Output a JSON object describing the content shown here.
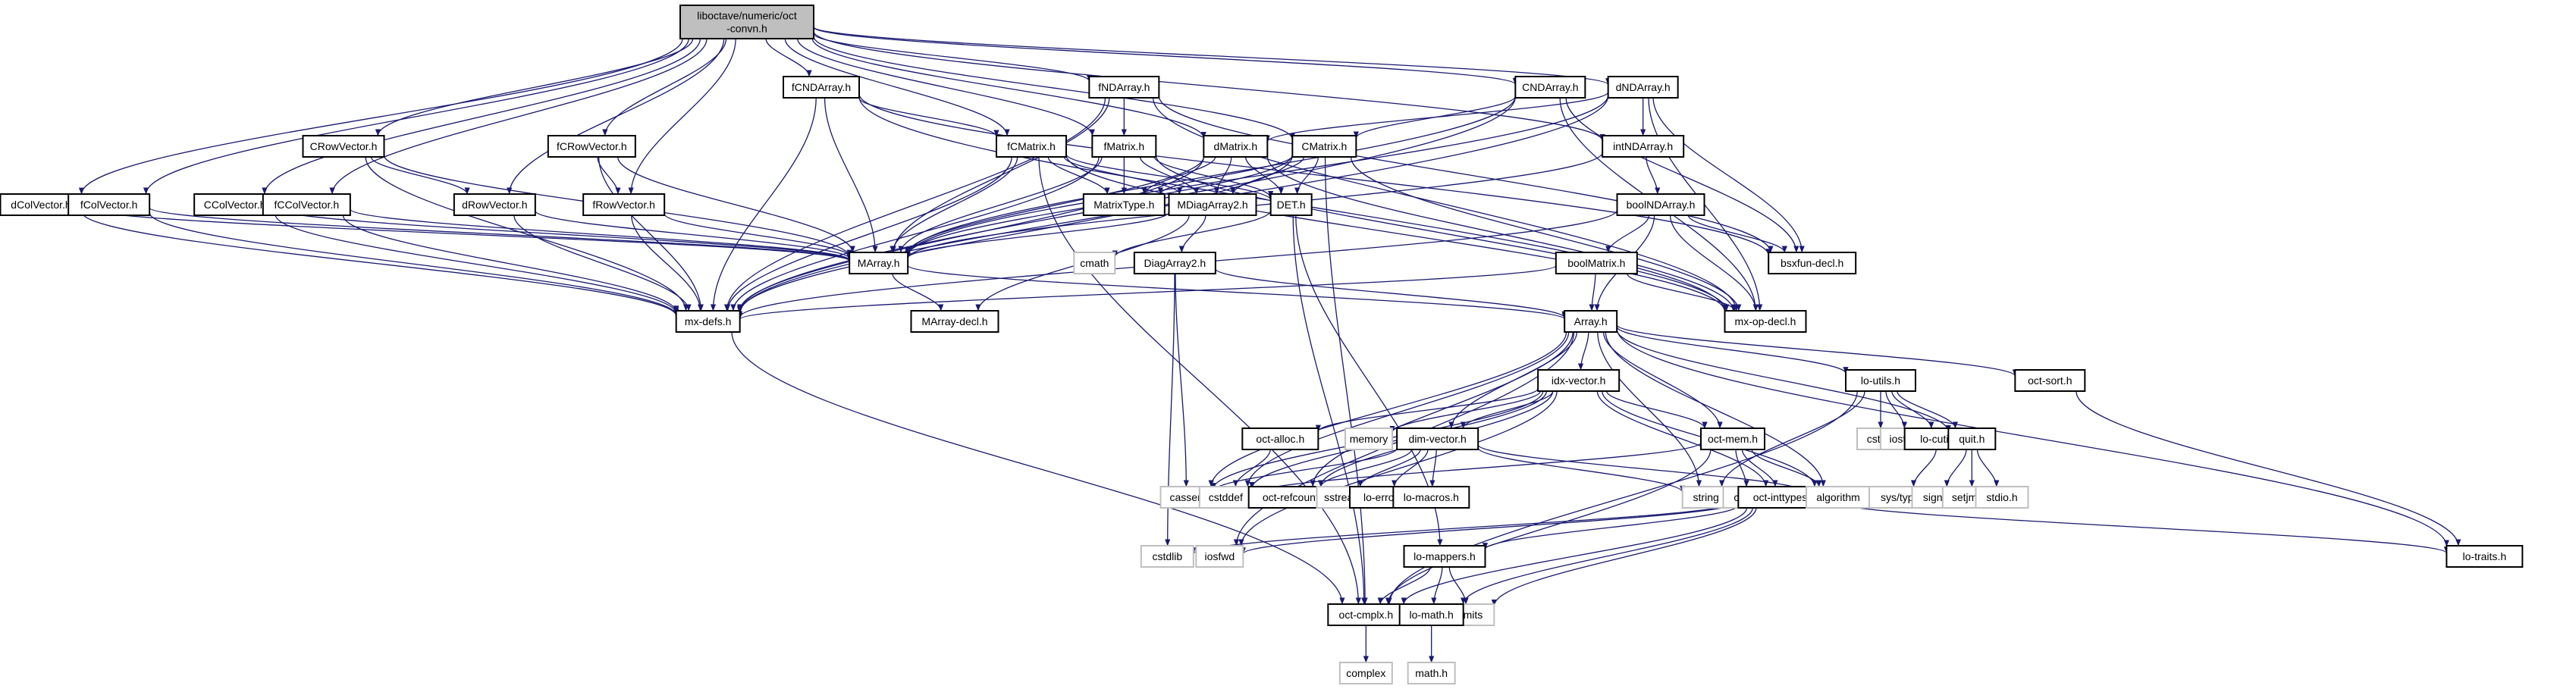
{
  "title": "liboctave/numeric/oct-convn.h",
  "colors": {
    "edge": "#191970",
    "root_fill": "#bfbfbf",
    "local_border": "#000000",
    "system_border": "#bfbfbf"
  },
  "nodes": [
    {
      "id": "root",
      "label": "liboctave/numeric/oct\n-convn.h",
      "kind": "root"
    },
    {
      "id": "fCNDArray",
      "label": "fCNDArray.h",
      "kind": "local"
    },
    {
      "id": "fNDArray",
      "label": "fNDArray.h",
      "kind": "local"
    },
    {
      "id": "CNDArray",
      "label": "CNDArray.h",
      "kind": "local"
    },
    {
      "id": "dNDArray",
      "label": "dNDArray.h",
      "kind": "local"
    },
    {
      "id": "CRowVector",
      "label": "CRowVector.h",
      "kind": "local"
    },
    {
      "id": "fCRowVector",
      "label": "fCRowVector.h",
      "kind": "local"
    },
    {
      "id": "fCMatrix",
      "label": "fCMatrix.h",
      "kind": "local"
    },
    {
      "id": "fMatrix",
      "label": "fMatrix.h",
      "kind": "local"
    },
    {
      "id": "dMatrix",
      "label": "dMatrix.h",
      "kind": "local"
    },
    {
      "id": "CMatrix",
      "label": "CMatrix.h",
      "kind": "local"
    },
    {
      "id": "intNDArray",
      "label": "intNDArray.h",
      "kind": "local"
    },
    {
      "id": "dColVector",
      "label": "dColVector.h",
      "kind": "local"
    },
    {
      "id": "fColVector",
      "label": "fColVector.h",
      "kind": "local"
    },
    {
      "id": "CColVector",
      "label": "CColVector.h",
      "kind": "local"
    },
    {
      "id": "fCColVector",
      "label": "fCColVector.h",
      "kind": "local"
    },
    {
      "id": "dRowVector",
      "label": "dRowVector.h",
      "kind": "local"
    },
    {
      "id": "fRowVector",
      "label": "fRowVector.h",
      "kind": "local"
    },
    {
      "id": "MatrixType",
      "label": "MatrixType.h",
      "kind": "local"
    },
    {
      "id": "MDiagArray2",
      "label": "MDiagArray2.h",
      "kind": "local"
    },
    {
      "id": "DET",
      "label": "DET.h",
      "kind": "local"
    },
    {
      "id": "boolNDArray",
      "label": "boolNDArray.h",
      "kind": "local"
    },
    {
      "id": "MArray",
      "label": "MArray.h",
      "kind": "local"
    },
    {
      "id": "cmath",
      "label": "cmath",
      "kind": "system"
    },
    {
      "id": "DiagArray2",
      "label": "DiagArray2.h",
      "kind": "local"
    },
    {
      "id": "boolMatrix",
      "label": "boolMatrix.h",
      "kind": "local"
    },
    {
      "id": "bsxfun-decl",
      "label": "bsxfun-decl.h",
      "kind": "local"
    },
    {
      "id": "mx-defs",
      "label": "mx-defs.h",
      "kind": "local"
    },
    {
      "id": "MArray-decl",
      "label": "MArray-decl.h",
      "kind": "local"
    },
    {
      "id": "Array",
      "label": "Array.h",
      "kind": "local"
    },
    {
      "id": "mx-op-decl",
      "label": "mx-op-decl.h",
      "kind": "local"
    },
    {
      "id": "lo-utils",
      "label": "lo-utils.h",
      "kind": "local"
    },
    {
      "id": "oct-sort",
      "label": "oct-sort.h",
      "kind": "local"
    },
    {
      "id": "idx-vector",
      "label": "idx-vector.h",
      "kind": "local"
    },
    {
      "id": "oct-alloc",
      "label": "oct-alloc.h",
      "kind": "local"
    },
    {
      "id": "memory",
      "label": "memory",
      "kind": "system"
    },
    {
      "id": "dim-vector",
      "label": "dim-vector.h",
      "kind": "local"
    },
    {
      "id": "oct-mem",
      "label": "oct-mem.h",
      "kind": "local"
    },
    {
      "id": "cstdio",
      "label": "cstdio",
      "kind": "system"
    },
    {
      "id": "iostream",
      "label": "iostream",
      "kind": "system"
    },
    {
      "id": "lo-cutils",
      "label": "lo-cutils.h",
      "kind": "local"
    },
    {
      "id": "quit",
      "label": "quit.h",
      "kind": "local"
    },
    {
      "id": "cassert",
      "label": "cassert",
      "kind": "system"
    },
    {
      "id": "cstddef",
      "label": "cstddef",
      "kind": "system"
    },
    {
      "id": "oct-refcount",
      "label": "oct-refcount.h",
      "kind": "local"
    },
    {
      "id": "sstream",
      "label": "sstream",
      "kind": "system"
    },
    {
      "id": "lo-error",
      "label": "lo-error.h",
      "kind": "local"
    },
    {
      "id": "lo-macros",
      "label": "lo-macros.h",
      "kind": "local"
    },
    {
      "id": "string",
      "label": "string",
      "kind": "system"
    },
    {
      "id": "cstring",
      "label": "cstring",
      "kind": "system"
    },
    {
      "id": "oct-inttypes",
      "label": "oct-inttypes.h",
      "kind": "local"
    },
    {
      "id": "algorithm",
      "label": "algorithm",
      "kind": "system"
    },
    {
      "id": "sys-types",
      "label": "sys/types.h",
      "kind": "system"
    },
    {
      "id": "signal",
      "label": "signal.h",
      "kind": "system"
    },
    {
      "id": "setjmp",
      "label": "setjmp.h",
      "kind": "system"
    },
    {
      "id": "stdio",
      "label": "stdio.h",
      "kind": "system"
    },
    {
      "id": "cstdlib",
      "label": "cstdlib",
      "kind": "system"
    },
    {
      "id": "iosfwd",
      "label": "iosfwd",
      "kind": "system"
    },
    {
      "id": "lo-mappers",
      "label": "lo-mappers.h",
      "kind": "local"
    },
    {
      "id": "limits",
      "label": "limits",
      "kind": "system"
    },
    {
      "id": "lo-traits",
      "label": "lo-traits.h",
      "kind": "local"
    },
    {
      "id": "oct-cmplx",
      "label": "oct-cmplx.h",
      "kind": "local"
    },
    {
      "id": "lo-math",
      "label": "lo-math.h",
      "kind": "local"
    },
    {
      "id": "complex",
      "label": "complex",
      "kind": "system"
    },
    {
      "id": "math-h",
      "label": "math.h",
      "kind": "system"
    }
  ],
  "edges": [
    [
      "root",
      "fCNDArray"
    ],
    [
      "root",
      "fNDArray"
    ],
    [
      "root",
      "CNDArray"
    ],
    [
      "root",
      "dNDArray"
    ],
    [
      "root",
      "CRowVector"
    ],
    [
      "root",
      "fCRowVector"
    ],
    [
      "root",
      "fCMatrix"
    ],
    [
      "root",
      "fMatrix"
    ],
    [
      "root",
      "dMatrix"
    ],
    [
      "root",
      "CMatrix"
    ],
    [
      "root",
      "intNDArray"
    ],
    [
      "root",
      "dColVector"
    ],
    [
      "root",
      "fColVector"
    ],
    [
      "root",
      "CColVector"
    ],
    [
      "root",
      "fCColVector"
    ],
    [
      "root",
      "dRowVector"
    ],
    [
      "root",
      "fRowVector"
    ],
    [
      "fCNDArray",
      "fCMatrix"
    ],
    [
      "fCNDArray",
      "MArray"
    ],
    [
      "fCNDArray",
      "mx-defs"
    ],
    [
      "fCNDArray",
      "mx-op-decl"
    ],
    [
      "fCNDArray",
      "bsxfun-decl"
    ],
    [
      "fNDArray",
      "fMatrix"
    ],
    [
      "fNDArray",
      "MArray"
    ],
    [
      "fNDArray",
      "mx-defs"
    ],
    [
      "fNDArray",
      "mx-op-decl"
    ],
    [
      "fNDArray",
      "bsxfun-decl"
    ],
    [
      "CNDArray",
      "CMatrix"
    ],
    [
      "CNDArray",
      "MArray"
    ],
    [
      "CNDArray",
      "mx-defs"
    ],
    [
      "CNDArray",
      "mx-op-decl"
    ],
    [
      "CNDArray",
      "bsxfun-decl"
    ],
    [
      "dNDArray",
      "dMatrix"
    ],
    [
      "dNDArray",
      "intNDArray"
    ],
    [
      "dNDArray",
      "MArray"
    ],
    [
      "dNDArray",
      "mx-defs"
    ],
    [
      "dNDArray",
      "mx-op-decl"
    ],
    [
      "dNDArray",
      "bsxfun-decl"
    ],
    [
      "CRowVector",
      "dRowVector"
    ],
    [
      "CRowVector",
      "MArray"
    ],
    [
      "CRowVector",
      "mx-defs"
    ],
    [
      "fCRowVector",
      "fRowVector"
    ],
    [
      "fCRowVector",
      "MArray"
    ],
    [
      "fCRowVector",
      "mx-defs"
    ],
    [
      "fCMatrix",
      "MatrixType"
    ],
    [
      "fCMatrix",
      "MDiagArray2"
    ],
    [
      "fCMatrix",
      "DET"
    ],
    [
      "fCMatrix",
      "MArray"
    ],
    [
      "fCMatrix",
      "mx-defs"
    ],
    [
      "fCMatrix",
      "mx-op-decl"
    ],
    [
      "fCMatrix",
      "oct-cmplx"
    ],
    [
      "fMatrix",
      "MatrixType"
    ],
    [
      "fMatrix",
      "MDiagArray2"
    ],
    [
      "fMatrix",
      "DET"
    ],
    [
      "fMatrix",
      "MArray"
    ],
    [
      "fMatrix",
      "mx-defs"
    ],
    [
      "fMatrix",
      "mx-op-decl"
    ],
    [
      "dMatrix",
      "MatrixType"
    ],
    [
      "dMatrix",
      "MDiagArray2"
    ],
    [
      "dMatrix",
      "DET"
    ],
    [
      "dMatrix",
      "MArray"
    ],
    [
      "dMatrix",
      "mx-defs"
    ],
    [
      "dMatrix",
      "mx-op-decl"
    ],
    [
      "CMatrix",
      "MatrixType"
    ],
    [
      "CMatrix",
      "MDiagArray2"
    ],
    [
      "CMatrix",
      "DET"
    ],
    [
      "CMatrix",
      "MArray"
    ],
    [
      "CMatrix",
      "mx-defs"
    ],
    [
      "CMatrix",
      "mx-op-decl"
    ],
    [
      "CMatrix",
      "oct-cmplx"
    ],
    [
      "intNDArray",
      "boolNDArray"
    ],
    [
      "intNDArray",
      "MArray"
    ],
    [
      "dColVector",
      "MArray"
    ],
    [
      "dColVector",
      "mx-defs"
    ],
    [
      "fColVector",
      "MArray"
    ],
    [
      "fColVector",
      "mx-defs"
    ],
    [
      "CColVector",
      "MArray"
    ],
    [
      "CColVector",
      "mx-defs"
    ],
    [
      "fCColVector",
      "MArray"
    ],
    [
      "fCColVector",
      "mx-defs"
    ],
    [
      "dRowVector",
      "MArray"
    ],
    [
      "dRowVector",
      "mx-defs"
    ],
    [
      "fRowVector",
      "MArray"
    ],
    [
      "fRowVector",
      "mx-defs"
    ],
    [
      "MDiagArray2",
      "DiagArray2"
    ],
    [
      "MDiagArray2",
      "MArray"
    ],
    [
      "MDiagArray2",
      "MArray-decl"
    ],
    [
      "DET",
      "cmath"
    ],
    [
      "DET",
      "oct-cmplx"
    ],
    [
      "DET",
      "lo-mappers"
    ],
    [
      "boolNDArray",
      "boolMatrix"
    ],
    [
      "boolNDArray",
      "Array"
    ],
    [
      "boolNDArray",
      "mx-op-decl"
    ],
    [
      "boolNDArray",
      "bsxfun-decl"
    ],
    [
      "boolNDArray",
      "mx-defs"
    ],
    [
      "boolMatrix",
      "Array"
    ],
    [
      "boolMatrix",
      "mx-op-decl"
    ],
    [
      "boolMatrix",
      "mx-defs"
    ],
    [
      "MArray",
      "Array"
    ],
    [
      "MArray",
      "MArray-decl"
    ],
    [
      "DiagArray2",
      "Array"
    ],
    [
      "DiagArray2",
      "cassert"
    ],
    [
      "DiagArray2",
      "cstdlib"
    ],
    [
      "mx-defs",
      "oct-cmplx"
    ],
    [
      "Array",
      "idx-vector"
    ],
    [
      "Array",
      "lo-utils"
    ],
    [
      "Array",
      "oct-sort"
    ],
    [
      "Array",
      "dim-vector"
    ],
    [
      "Array",
      "oct-mem"
    ],
    [
      "Array",
      "cassert"
    ],
    [
      "Array",
      "cstddef"
    ],
    [
      "Array",
      "oct-refcount"
    ],
    [
      "Array",
      "quit"
    ],
    [
      "Array",
      "lo-traits"
    ],
    [
      "Array",
      "algorithm"
    ],
    [
      "Array",
      "iosfwd"
    ],
    [
      "Array",
      "string"
    ],
    [
      "idx-vector",
      "oct-alloc"
    ],
    [
      "idx-vector",
      "memory"
    ],
    [
      "idx-vector",
      "dim-vector"
    ],
    [
      "idx-vector",
      "oct-mem"
    ],
    [
      "idx-vector",
      "cassert"
    ],
    [
      "idx-vector",
      "cstddef"
    ],
    [
      "idx-vector",
      "oct-refcount"
    ],
    [
      "idx-vector",
      "iosfwd"
    ],
    [
      "idx-vector",
      "oct-inttypes"
    ],
    [
      "idx-vector",
      "algorithm"
    ],
    [
      "oct-alloc",
      "cstddef"
    ],
    [
      "dim-vector",
      "cassert"
    ],
    [
      "dim-vector",
      "oct-refcount"
    ],
    [
      "dim-vector",
      "sstream"
    ],
    [
      "dim-vector",
      "lo-error"
    ],
    [
      "dim-vector",
      "lo-macros"
    ],
    [
      "dim-vector",
      "string"
    ],
    [
      "dim-vector",
      "algorithm"
    ],
    [
      "oct-mem",
      "cstddef"
    ],
    [
      "oct-mem",
      "cstring"
    ],
    [
      "oct-mem",
      "oct-inttypes"
    ],
    [
      "oct-mem",
      "algorithm"
    ],
    [
      "oct-mem",
      "oct-cmplx"
    ],
    [
      "lo-utils",
      "cstdio"
    ],
    [
      "lo-utils",
      "iostream"
    ],
    [
      "lo-utils",
      "lo-cutils"
    ],
    [
      "lo-utils",
      "quit"
    ],
    [
      "lo-utils",
      "string"
    ],
    [
      "lo-utils",
      "oct-cmplx"
    ],
    [
      "oct-sort",
      "lo-traits"
    ],
    [
      "lo-cutils",
      "sys-types"
    ],
    [
      "quit",
      "signal"
    ],
    [
      "quit",
      "setjmp"
    ],
    [
      "quit",
      "stdio"
    ],
    [
      "oct-inttypes",
      "cstdlib"
    ],
    [
      "oct-inttypes",
      "iosfwd"
    ],
    [
      "oct-inttypes",
      "lo-mappers"
    ],
    [
      "oct-inttypes",
      "lo-math"
    ],
    [
      "oct-inttypes",
      "limits"
    ],
    [
      "oct-inttypes",
      "lo-traits"
    ],
    [
      "oct-inttypes",
      "oct-cmplx"
    ],
    [
      "lo-mappers",
      "oct-cmplx"
    ],
    [
      "lo-mappers",
      "lo-math"
    ],
    [
      "lo-mappers",
      "limits"
    ],
    [
      "oct-cmplx",
      "complex"
    ],
    [
      "lo-math",
      "math-h"
    ]
  ]
}
